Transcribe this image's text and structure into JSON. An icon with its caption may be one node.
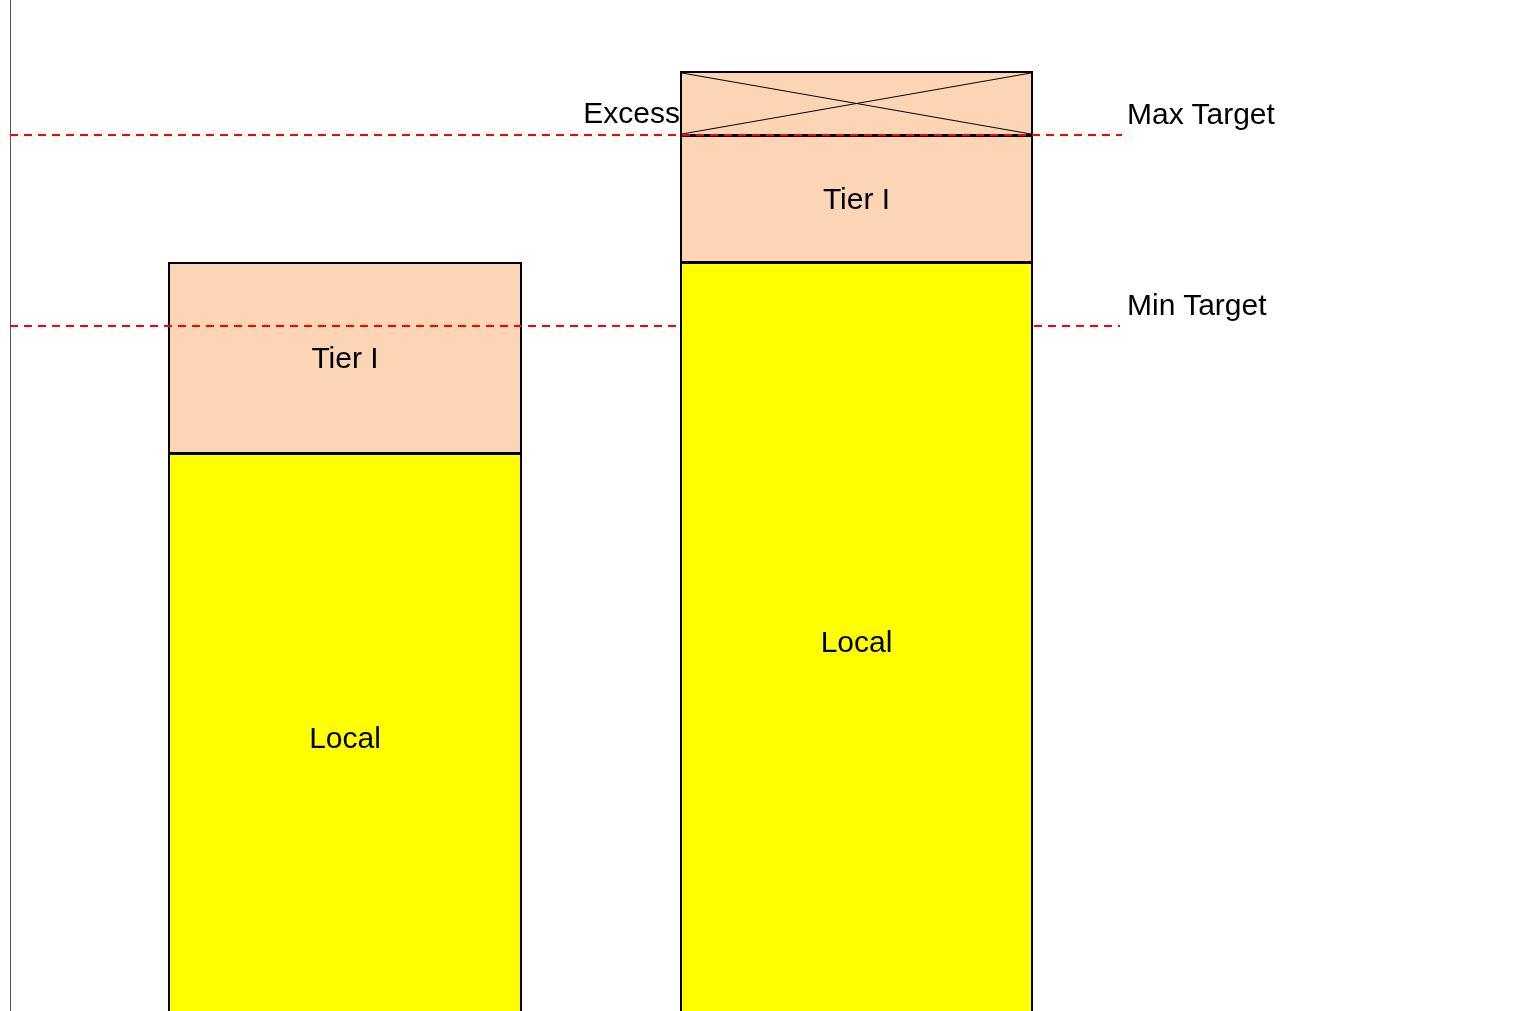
{
  "diagram": {
    "nodes": [
      {
        "text": [
          "Tier I"
        ]
      },
      {
        "text": [
          "Local"
        ]
      },
      {
        "text": [
          "Excess"
        ]
      },
      {
        "text": [
          "Tier I"
        ]
      },
      {
        "text": [
          "Local"
        ]
      }
    ],
    "labels": [
      "Max Target",
      "Min Target"
    ]
  }
}
